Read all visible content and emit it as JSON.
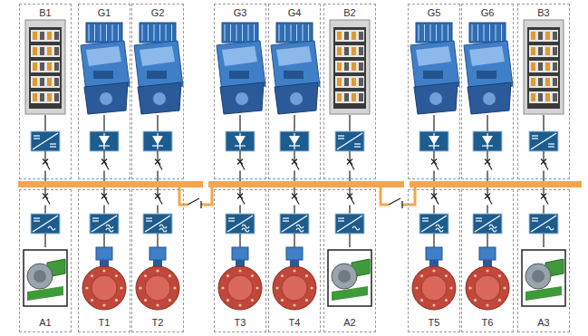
{
  "diagram": {
    "nodes": [
      {
        "text": [
          "B1"
        ]
      },
      {
        "text": [
          "G1"
        ]
      },
      {
        "text": [
          "G2"
        ]
      },
      {
        "text": [
          "G3"
        ]
      },
      {
        "text": [
          "G4"
        ]
      },
      {
        "text": [
          "B2"
        ]
      },
      {
        "text": [
          "G5"
        ]
      },
      {
        "text": [
          "G6"
        ]
      },
      {
        "text": [
          "B3"
        ]
      },
      {
        "text": [
          "A1"
        ]
      },
      {
        "text": [
          "T1"
        ]
      },
      {
        "text": [
          "T2"
        ]
      },
      {
        "text": [
          "T3"
        ]
      },
      {
        "text": [
          "T4"
        ]
      },
      {
        "text": [
          "A2"
        ]
      },
      {
        "text": [
          "T5"
        ]
      },
      {
        "text": [
          "T6"
        ]
      },
      {
        "text": [
          "A3"
        ]
      }
    ]
  }
}
